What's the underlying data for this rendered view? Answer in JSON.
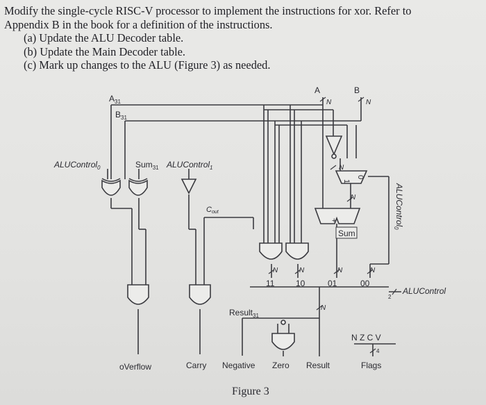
{
  "question": {
    "line1": "Modify the single-cycle RISC-V processor to implement the instructions for xor. Refer to",
    "line2": "Appendix B in the book for a definition of the instructions.",
    "parts": [
      "(a) Update the ALU Decoder table.",
      "(b) Update the Main Decoder table.",
      "(c) Mark up changes to the ALU (Figure 3) as needed."
    ]
  },
  "figure": {
    "caption": "Figure 3",
    "labels": {
      "A": "A",
      "B": "B",
      "N": "N",
      "a31": "A",
      "b31": "B",
      "sub31": "31",
      "alucontrol0_left": "ALUControl",
      "sub0": "0",
      "sum31": "Sum",
      "alucontrol1": "ALUControl",
      "sub1": "1",
      "cout": "C",
      "cout_sub": "out",
      "one": "1",
      "zero": "0",
      "plus": "+",
      "sum": "Sum",
      "alucontrol0_right": "ALUControl",
      "mux11": "11",
      "mux10": "10",
      "mux01": "01",
      "mux00": "00",
      "two": "2",
      "alucontrol": "ALUControl",
      "result31": "Result",
      "nzcv": "N Z C V",
      "four": "4",
      "overflow": "oVerflow",
      "carry": "Carry",
      "negative": "Negative",
      "zero_flag": "Zero",
      "result": "Result",
      "flags": "Flags"
    }
  }
}
